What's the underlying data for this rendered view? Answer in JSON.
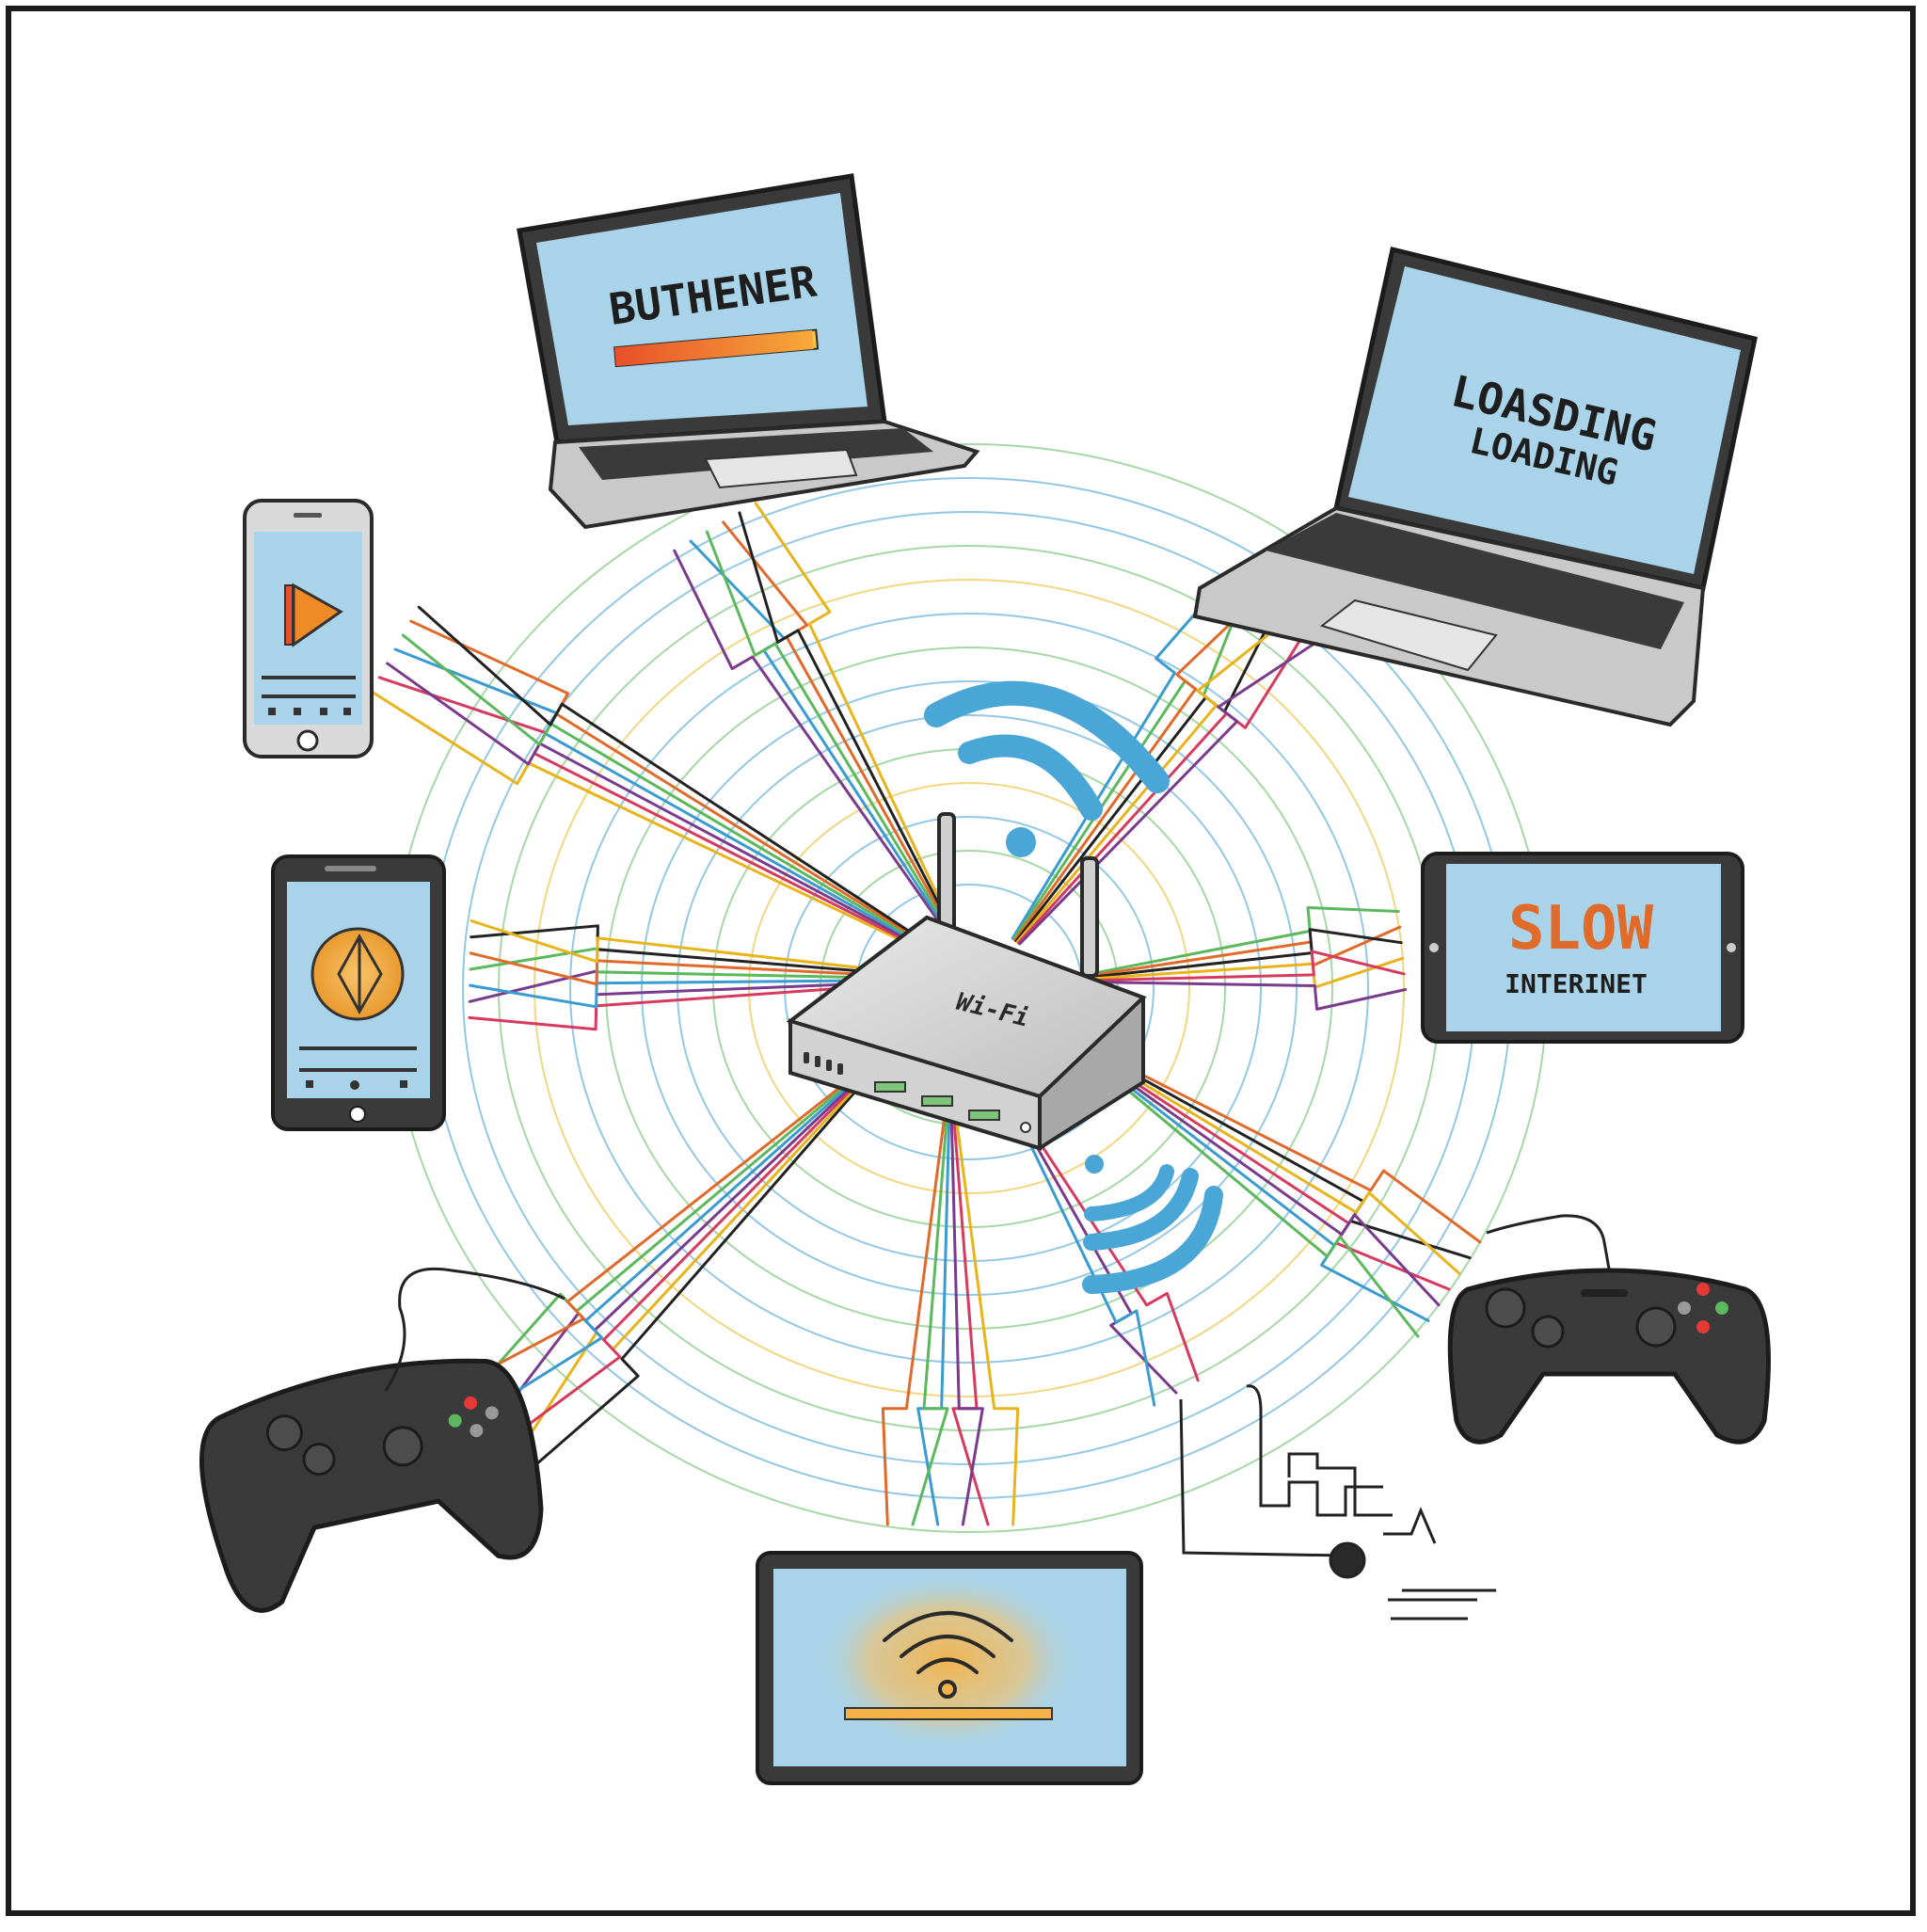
{
  "router": {
    "label": "Wi-Fi"
  },
  "laptop_left": {
    "screen_text": "BUTHENER",
    "progress": 0.98
  },
  "laptop_right": {
    "screen_line1": "LOASDING",
    "screen_line2": "LOADING"
  },
  "tablet_right": {
    "screen_line1": "SLOW",
    "screen_line2": "INTERINET"
  },
  "icons": {
    "router": "router-icon",
    "wifi": "wifi-icon",
    "phone": "smartphone-icon",
    "tablet": "tablet-icon",
    "laptop": "laptop-icon",
    "gamepad": "gamepad-icon",
    "tv": "tv-icon",
    "play": "play-icon"
  },
  "colors": {
    "line_colors": [
      "#e8b41c",
      "#d63a5e",
      "#7a3b8c",
      "#3a9bd0",
      "#5cb85c",
      "#e06a2a",
      "#222222"
    ],
    "screen_blue": "#a9d3e8",
    "device_dark": "#3a3a3a",
    "accent_orange": "#f08a24",
    "wifi_blue": "#4aa6d6",
    "tv_glow": "#f4b24a"
  }
}
